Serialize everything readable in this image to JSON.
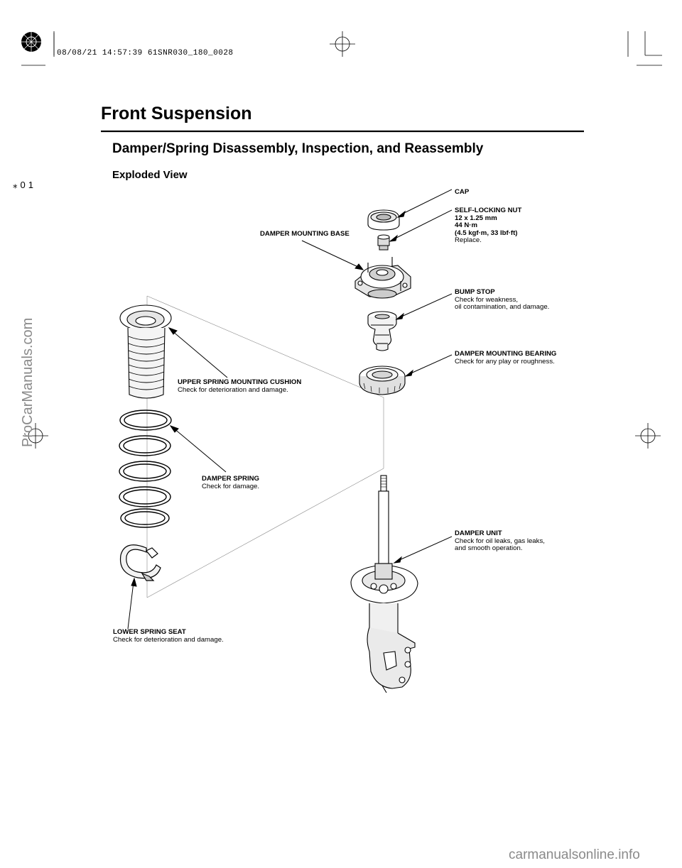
{
  "print_stamp": "08/08/21 14:57:39 61SNR030_180_0028",
  "side_mark": "⁎01",
  "title": "Front Suspension",
  "section": "Damper/Spring Disassembly, Inspection, and Reassembly",
  "subsection": "Exploded View",
  "labels": {
    "cap": {
      "title": "CAP"
    },
    "nut": {
      "title": "SELF-LOCKING NUT",
      "spec1": "12 x 1.25 mm",
      "spec2": "44 N·m",
      "spec3": "(4.5 kgf·m, 33 lbf·ft)",
      "note": "Replace."
    },
    "base": {
      "title": "DAMPER MOUNTING BASE"
    },
    "bump": {
      "title": "BUMP STOP",
      "note1": "Check for weakness,",
      "note2": "oil contamination, and damage."
    },
    "bearing": {
      "title": "DAMPER MOUNTING BEARING",
      "note": "Check for any play or roughness."
    },
    "cushion": {
      "title": "UPPER SPRING MOUNTING CUSHION",
      "note": "Check for deterioration and damage."
    },
    "spring": {
      "title": "DAMPER SPRING",
      "note": "Check for damage."
    },
    "unit": {
      "title": "DAMPER UNIT",
      "note1": "Check for oil leaks, gas leaks,",
      "note2": "and smooth operation."
    },
    "seat": {
      "title": "LOWER SPRING SEAT",
      "note": "Check for deterioration and damage."
    }
  },
  "watermarks": {
    "left": "ProCarManuals.com",
    "bottom": "carmanualsonline.info"
  }
}
